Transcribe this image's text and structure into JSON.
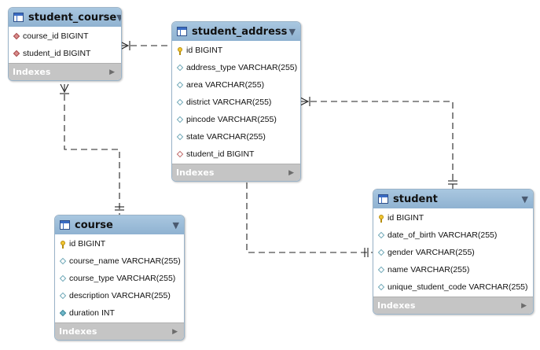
{
  "tables": [
    {
      "id": "student_course",
      "name": "student_course",
      "menu_icon": "dropdown-triangle-icon",
      "footer": "Indexes",
      "columns": [
        {
          "name": "course_id",
          "type": "BIGINT",
          "icon": "fk-diamond"
        },
        {
          "name": "student_id",
          "type": "BIGINT",
          "icon": "fk-diamond"
        }
      ]
    },
    {
      "id": "student_address",
      "name": "student_address",
      "menu_icon": "dropdown-triangle-icon",
      "footer": "Indexes",
      "columns": [
        {
          "name": "id",
          "type": "BIGINT",
          "icon": "pk-key"
        },
        {
          "name": "address_type",
          "type": "VARCHAR(255)",
          "icon": "plain-diamond"
        },
        {
          "name": "area",
          "type": "VARCHAR(255)",
          "icon": "plain-diamond"
        },
        {
          "name": "district",
          "type": "VARCHAR(255)",
          "icon": "plain-diamond"
        },
        {
          "name": "pincode",
          "type": "VARCHAR(255)",
          "icon": "plain-diamond"
        },
        {
          "name": "state",
          "type": "VARCHAR(255)",
          "icon": "plain-diamond"
        },
        {
          "name": "student_id",
          "type": "BIGINT",
          "icon": "fk-hollow-diamond"
        }
      ]
    },
    {
      "id": "course",
      "name": "course",
      "menu_icon": "dropdown-triangle-icon",
      "footer": "Indexes",
      "columns": [
        {
          "name": "id",
          "type": "BIGINT",
          "icon": "pk-key"
        },
        {
          "name": "course_name",
          "type": "VARCHAR(255)",
          "icon": "plain-diamond"
        },
        {
          "name": "course_type",
          "type": "VARCHAR(255)",
          "icon": "plain-diamond"
        },
        {
          "name": "description",
          "type": "VARCHAR(255)",
          "icon": "plain-diamond"
        },
        {
          "name": "duration",
          "type": "INT",
          "icon": "filled-diamond"
        }
      ]
    },
    {
      "id": "student",
      "name": "student",
      "menu_icon": "dropdown-triangle-icon",
      "footer": "Indexes",
      "columns": [
        {
          "name": "id",
          "type": "BIGINT",
          "icon": "pk-key"
        },
        {
          "name": "date_of_birth",
          "type": "VARCHAR(255)",
          "icon": "plain-diamond"
        },
        {
          "name": "gender",
          "type": "VARCHAR(255)",
          "icon": "plain-diamond"
        },
        {
          "name": "name",
          "type": "VARCHAR(255)",
          "icon": "plain-diamond"
        },
        {
          "name": "unique_student_code",
          "type": "VARCHAR(255)",
          "icon": "plain-diamond"
        }
      ]
    }
  ],
  "relationships": [
    {
      "from": "student_course",
      "to": "student_address",
      "from_end": "many",
      "to_end": "dashed"
    },
    {
      "from": "student_course",
      "to": "course",
      "from_end": "many",
      "to_end": "one"
    },
    {
      "from": "student_address",
      "to": "student",
      "from_end": "many",
      "to_end": "one"
    },
    {
      "from": "student_address",
      "to": "student",
      "from_end": "dashed",
      "to_end": "one"
    }
  ],
  "colors": {
    "header": "#a9c7e0",
    "border": "#9ab3c8",
    "footer": "#c5c5c5",
    "line": "#222222",
    "pk_key": "#f2c531",
    "fk_diamond": "#d98c8c"
  }
}
